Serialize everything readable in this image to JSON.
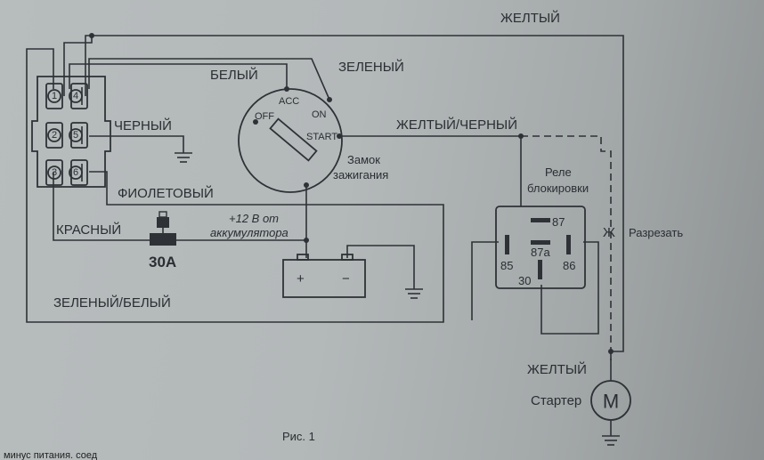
{
  "labels": {
    "yellow_top": "ЖЕЛТЫЙ",
    "white": "БЕЛЫЙ",
    "green": "ЗЕЛЕНЫЙ",
    "black": "ЧЕРНЫЙ",
    "yellow_black": "ЖЕЛТЫЙ/ЧЕРНЫЙ",
    "violet": "ФИОЛЕТОВЫЙ",
    "red": "КРАСНЫЙ",
    "green_white": "ЗЕЛЕНЫЙ/БЕЛЫЙ",
    "yellow_bottom": "ЖЕЛТЫЙ",
    "plus12": "+12 В от",
    "from_battery": "аккумулятора",
    "fuse": "30А",
    "lock_line1": "Замок",
    "lock_line2": "зажигания",
    "relay_line1": "Реле",
    "relay_line2": "блокировки",
    "cut": "Разрезать",
    "starter": "Стартер",
    "figure": "Рис. 1",
    "footer_text": "минус питания. соед"
  },
  "switch_positions": {
    "off": "OFF",
    "acc": "ACC",
    "on": "ON",
    "start": "START"
  },
  "connector_pins": [
    "1",
    "2",
    "3",
    "4",
    "5",
    "6"
  ],
  "relay_pins": {
    "p87": "87",
    "p87a": "87a",
    "p85": "85",
    "p86": "86",
    "p30": "30"
  },
  "battery": {
    "plus": "+",
    "minus": "−"
  },
  "motor_symbol": "M",
  "cut_mark": "Ж"
}
